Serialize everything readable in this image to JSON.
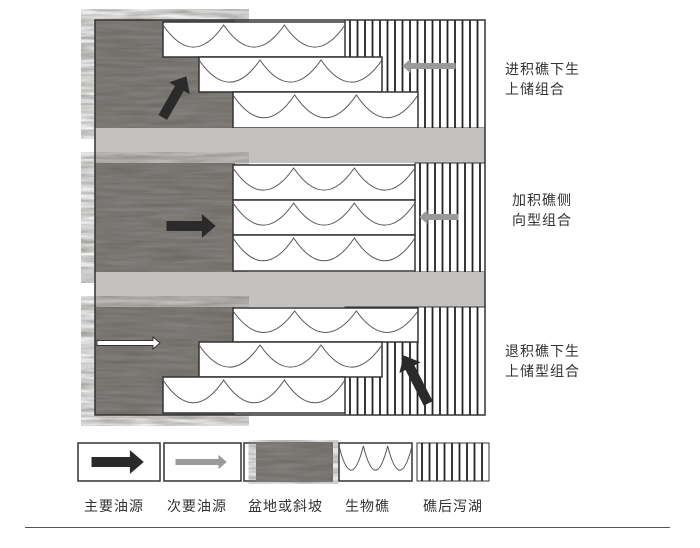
{
  "groups": [
    {
      "line1": "进积礁下生",
      "line2": "上储组合"
    },
    {
      "line1": "加积礁侧",
      "line2": "向型组合"
    },
    {
      "line1": "退积礁下生",
      "line2": "上储型组合"
    }
  ],
  "legend": [
    {
      "label": "主要油源"
    },
    {
      "label": "次要油源"
    },
    {
      "label": "盆地或斜坡"
    },
    {
      "label": "生物礁"
    },
    {
      "label": "礁后泻湖"
    }
  ],
  "colors": {
    "basin": "#6e6a66",
    "band": "#c4c2c0",
    "main_arrow": "#2a2a2a",
    "secondary_arrow": "#9a9a9a",
    "line": "#333333"
  }
}
